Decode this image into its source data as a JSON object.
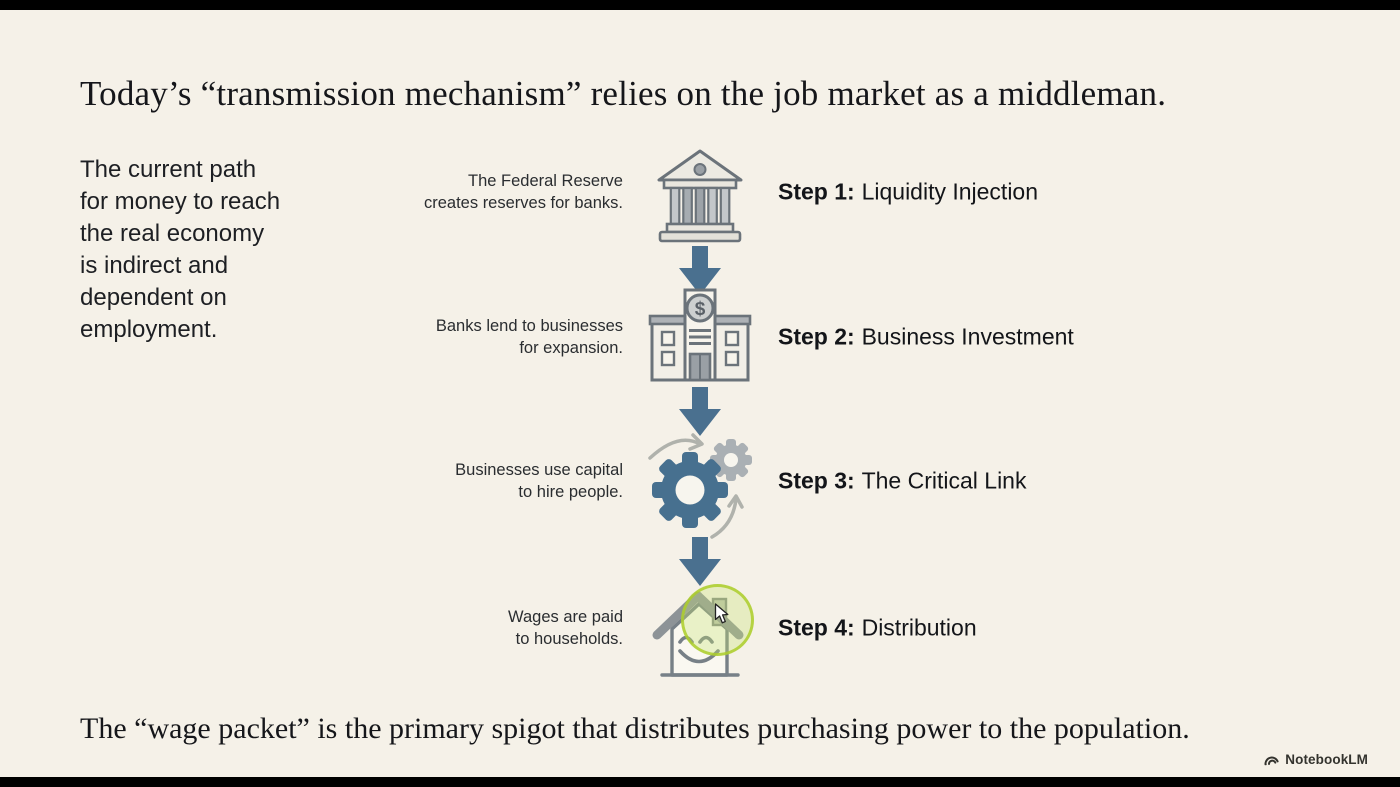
{
  "slide": {
    "title": "Today’s “transmission mechanism” relies on the job market as a middleman.",
    "intro": "The current path\nfor money to reach\nthe real economy\nis indirect and\ndependent on\nemployment.",
    "footer": "The “wage packet” is the primary spigot that distributes purchasing power to the population.",
    "watermark": "NotebookLM"
  },
  "steps": [
    {
      "caption": "The Federal Reserve\ncreates reserves for banks.",
      "label_bold": "Step 1:",
      "label_rest": "Liquidity Injection",
      "icon": "federal-reserve-bank-icon"
    },
    {
      "caption": "Banks lend to businesses\nfor expansion.",
      "label_bold": "Step 2:",
      "label_rest": "Business Investment",
      "icon": "business-bank-icon"
    },
    {
      "caption": "Businesses use capital\nto hire people.",
      "label_bold": "Step 3:",
      "label_rest": "The Critical Link",
      "icon": "gears-icon"
    },
    {
      "caption": "Wages are paid\nto households.",
      "label_bold": "Step 4:",
      "label_rest": "Distribution",
      "icon": "house-icon"
    }
  ],
  "colors": {
    "background": "#f5f1e8",
    "letterbox": "#000000",
    "flow_arrow": "#4a708f",
    "icon_outline": "#6d757c",
    "gear_blue": "#47708f",
    "gear_gray": "#aab0b4",
    "highlight_ring": "#accc2b",
    "text_dark": "#15161a"
  }
}
